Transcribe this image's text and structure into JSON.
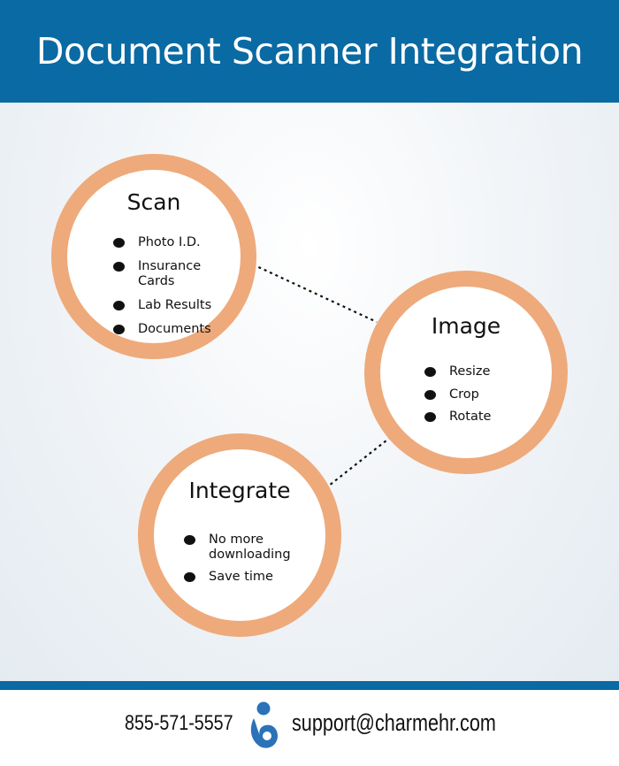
{
  "header": {
    "title": "Document Scanner Integration"
  },
  "nodes": [
    {
      "title": "Scan",
      "items": [
        "Photo I.D.",
        "Insurance Cards",
        "Lab Results",
        "Documents"
      ]
    },
    {
      "title": "Image",
      "items": [
        "Resize",
        "Crop",
        "Rotate"
      ]
    },
    {
      "title": "Integrate",
      "items": [
        "No more downloading",
        "Save time"
      ]
    }
  ],
  "edges": [
    {
      "from": "Scan",
      "to": "Image",
      "style": "dotted"
    },
    {
      "from": "Image",
      "to": "Integrate",
      "style": "dotted"
    }
  ],
  "footer": {
    "phone": "855-571-5557",
    "email": "support@charmehr.com",
    "logo_icon": "person-logo-icon"
  },
  "colors": {
    "header_blue": "#0a6aa3",
    "ring_orange": "#eeaa7b",
    "logo_blue": "#2b72b8"
  }
}
